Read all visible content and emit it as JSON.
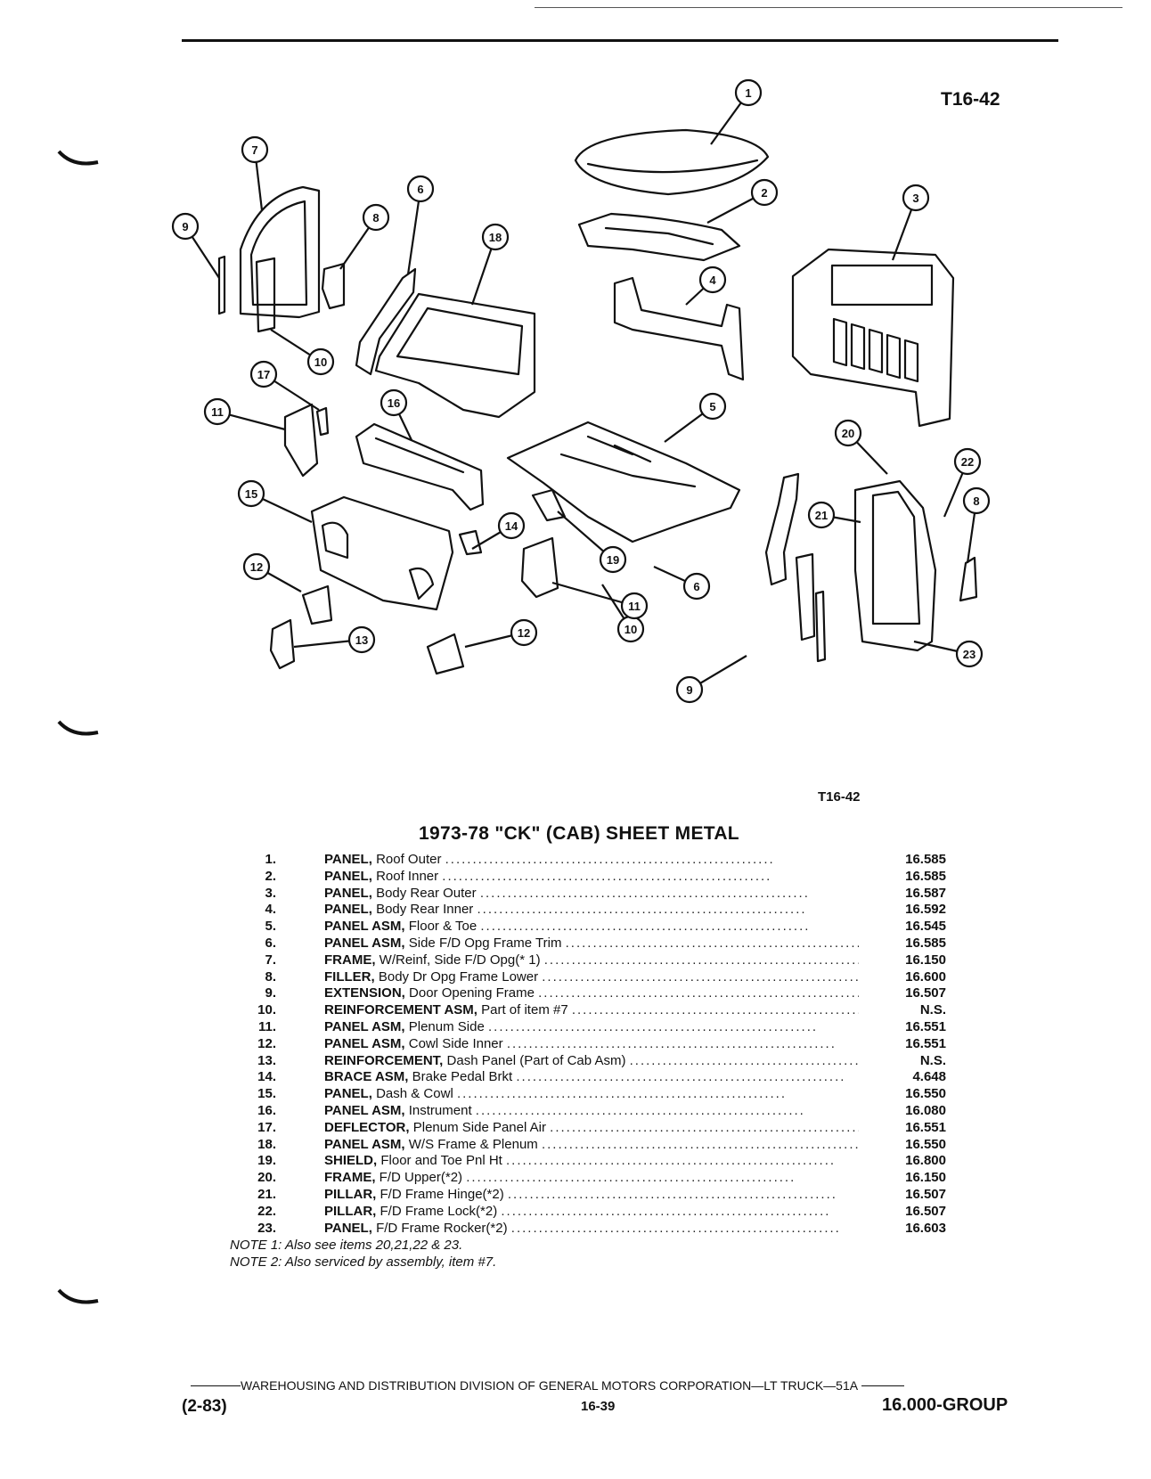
{
  "figure": {
    "code_top": "T16-42",
    "code_bottom": "T16-42"
  },
  "callouts": [
    "1",
    "2",
    "3",
    "4",
    "5",
    "6",
    "7",
    "8",
    "9",
    "10",
    "11",
    "12",
    "13",
    "14",
    "15",
    "16",
    "17",
    "18",
    "19",
    "20",
    "21",
    "22",
    "23"
  ],
  "title": "1973-78 \"CK\" (CAB) SHEET METAL",
  "parts": [
    {
      "num": "1.",
      "name": "PANEL,",
      "desc": "Roof Outer",
      "group": "16.585"
    },
    {
      "num": "2.",
      "name": "PANEL,",
      "desc": "Roof Inner",
      "group": "16.585"
    },
    {
      "num": "3.",
      "name": "PANEL,",
      "desc": "Body Rear Outer",
      "group": "16.587"
    },
    {
      "num": "4.",
      "name": "PANEL,",
      "desc": "Body Rear Inner",
      "group": "16.592"
    },
    {
      "num": "5.",
      "name": "PANEL ASM,",
      "desc": "Floor & Toe",
      "group": "16.545"
    },
    {
      "num": "6.",
      "name": "PANEL ASM,",
      "desc": "Side F/D Opg Frame Trim",
      "group": "16.585"
    },
    {
      "num": "7.",
      "name": "FRAME,",
      "desc": "W/Reinf, Side F/D Opg(* 1)",
      "group": "16.150"
    },
    {
      "num": "8.",
      "name": "FILLER,",
      "desc": "Body Dr Opg Frame Lower",
      "group": "16.600"
    },
    {
      "num": "9.",
      "name": "EXTENSION,",
      "desc": "Door Opening Frame",
      "group": "16.507"
    },
    {
      "num": "10.",
      "name": "REINFORCEMENT ASM,",
      "desc": "Part of item #7",
      "group": "N.S."
    },
    {
      "num": "11.",
      "name": "PANEL ASM,",
      "desc": "Plenum Side",
      "group": "16.551"
    },
    {
      "num": "12.",
      "name": "PANEL ASM,",
      "desc": "Cowl Side Inner",
      "group": "16.551"
    },
    {
      "num": "13.",
      "name": "REINFORCEMENT,",
      "desc": "Dash Panel (Part of Cab Asm)",
      "group": "N.S."
    },
    {
      "num": "14.",
      "name": "BRACE ASM,",
      "desc": "Brake Pedal Brkt",
      "group": "4.648"
    },
    {
      "num": "15.",
      "name": "PANEL,",
      "desc": "Dash & Cowl",
      "group": "16.550"
    },
    {
      "num": "16.",
      "name": "PANEL ASM,",
      "desc": "Instrument",
      "group": "16.080"
    },
    {
      "num": "17.",
      "name": "DEFLECTOR,",
      "desc": "Plenum Side Panel Air",
      "group": "16.551"
    },
    {
      "num": "18.",
      "name": "PANEL ASM,",
      "desc": "W/S Frame & Plenum",
      "group": "16.550"
    },
    {
      "num": "19.",
      "name": "SHIELD,",
      "desc": "Floor and Toe Pnl Ht",
      "group": "16.800"
    },
    {
      "num": "20.",
      "name": "FRAME,",
      "desc": "F/D Upper(*2)",
      "group": "16.150"
    },
    {
      "num": "21.",
      "name": "PILLAR,",
      "desc": "F/D Frame Hinge(*2)",
      "group": "16.507"
    },
    {
      "num": "22.",
      "name": "PILLAR,",
      "desc": "F/D Frame Lock(*2)",
      "group": "16.507"
    },
    {
      "num": "23.",
      "name": "PANEL,",
      "desc": "F/D Frame Rocker(*2)",
      "group": "16.603"
    }
  ],
  "notes": [
    "NOTE 1: Also see items 20,21,22 & 23.",
    "NOTE 2: Also serviced by assembly, item #7."
  ],
  "footer": {
    "division": "WAREHOUSING AND DISTRIBUTION DIVISION OF GENERAL MOTORS CORPORATION—LT TRUCK—51A",
    "date": "(2-83)",
    "page": "16-39",
    "group": "16.000-GROUP"
  }
}
